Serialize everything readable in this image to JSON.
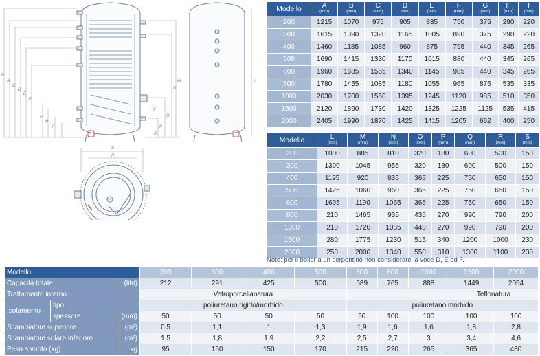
{
  "drawing": {
    "left_dims": [
      "A",
      "B",
      "C",
      "D",
      "E",
      "F",
      "G",
      "H",
      "I"
    ],
    "right_dims": [
      "L",
      "M",
      "N",
      "O",
      "P",
      "Q",
      "R"
    ],
    "bottom_dims": [
      "S",
      "R"
    ]
  },
  "table1": {
    "header": [
      {
        "label": "Modello",
        "unit": ""
      },
      {
        "label": "A",
        "unit": "(mm)"
      },
      {
        "label": "B",
        "unit": "(mm)"
      },
      {
        "label": "C",
        "unit": "(mm)"
      },
      {
        "label": "D",
        "unit": "(mm)"
      },
      {
        "label": "E",
        "unit": "(mm)"
      },
      {
        "label": "F",
        "unit": "(mm)"
      },
      {
        "label": "G",
        "unit": "(mm)"
      },
      {
        "label": "H",
        "unit": "(mm)"
      },
      {
        "label": "I",
        "unit": "(mm)"
      }
    ],
    "rows": [
      [
        "200",
        "1215",
        "1070",
        "975",
        "905",
        "835",
        "750",
        "375",
        "290",
        "220"
      ],
      [
        "300",
        "1615",
        "1390",
        "1320",
        "1165",
        "1005",
        "890",
        "375",
        "290",
        "220"
      ],
      [
        "400",
        "1460",
        "1185",
        "1085",
        "960",
        "875",
        "795",
        "440",
        "345",
        "265"
      ],
      [
        "500",
        "1690",
        "1415",
        "1330",
        "1170",
        "1015",
        "880",
        "440",
        "345",
        "265"
      ],
      [
        "600",
        "1960",
        "1685",
        "1565",
        "1340",
        "1145",
        "985",
        "440",
        "345",
        "265"
      ],
      [
        "800",
        "1780",
        "1455",
        "1085",
        "1180",
        "1055",
        "965",
        "875",
        "535",
        "335"
      ],
      [
        "1000",
        "2030",
        "1700",
        "1560",
        "1395",
        "1245",
        "1120",
        "985",
        "510",
        "350"
      ],
      [
        "1500",
        "2120",
        "1890",
        "1730",
        "1420",
        "1325",
        "1225",
        "1125",
        "535",
        "415"
      ],
      [
        "2000",
        "2405",
        "1990",
        "1870",
        "1425",
        "1415",
        "1205",
        "662",
        "400",
        "250"
      ]
    ]
  },
  "table2": {
    "header": [
      {
        "label": "Modello",
        "unit": ""
      },
      {
        "label": "L",
        "unit": "(mm)"
      },
      {
        "label": "M",
        "unit": "(mm)"
      },
      {
        "label": "N",
        "unit": "(mm)"
      },
      {
        "label": "O",
        "unit": "(mm)"
      },
      {
        "label": "P",
        "unit": "(mm)"
      },
      {
        "label": "Q",
        "unit": "(mm)"
      },
      {
        "label": "R",
        "unit": "(mm)"
      },
      {
        "label": "S",
        "unit": "(mm)"
      }
    ],
    "rows": [
      [
        "200",
        "1000",
        "885",
        "810",
        "320",
        "180",
        "600",
        "500",
        "150"
      ],
      [
        "300",
        "1390",
        "1045",
        "955",
        "320",
        "180",
        "600",
        "500",
        "150"
      ],
      [
        "400",
        "1195",
        "920",
        "835",
        "365",
        "225",
        "750",
        "650",
        "150"
      ],
      [
        "500",
        "1425",
        "1060",
        "960",
        "365",
        "225",
        "750",
        "650",
        "150"
      ],
      [
        "600",
        "1695",
        "1190",
        "1065",
        "365",
        "225",
        "750",
        "650",
        "150"
      ],
      [
        "800",
        "210",
        "1465",
        "935",
        "435",
        "270",
        "990",
        "790",
        "200"
      ],
      [
        "1000",
        "210",
        "1720",
        "1085",
        "440",
        "270",
        "990",
        "790",
        "200"
      ],
      [
        "1500",
        "280",
        "1775",
        "1230",
        "515",
        "340",
        "1200",
        "1000",
        "230"
      ],
      [
        "2000",
        "250",
        "2000",
        "1340",
        "550",
        "310",
        "1300",
        "1100",
        "230"
      ]
    ]
  },
  "note": "Note: per il boiler a un serpentino non considerare la voce D, E ed F.",
  "spec": {
    "modello_label": "Modello",
    "models": [
      "200",
      "300",
      "400",
      "500",
      "600",
      "800",
      "1000",
      "1500",
      "2000"
    ],
    "capacita": {
      "label": "Capacità totale",
      "unit": "(litri)",
      "values": [
        "212",
        "291",
        "425",
        "500",
        "589",
        "765",
        "888",
        "1449",
        "2054"
      ]
    },
    "trattamento": {
      "label": "Trattamento interno",
      "value_a": "Vetroporcellanatura",
      "value_b": "Teflonatura"
    },
    "isolamento": {
      "label": "Isolamento",
      "tipo_label": "tipo",
      "tipo_a": "poliuretano rigido/morbido",
      "tipo_b": "poliuretano morbido",
      "spessore_label": "spessore",
      "spessore_unit": "(mm)",
      "spessore_values": [
        "50",
        "50",
        "50",
        "50",
        "50",
        "100",
        "100",
        "100",
        "100"
      ]
    },
    "scamb_sup": {
      "label": "Scambiatore superiore",
      "unit": "(m²)",
      "values": [
        "0,5",
        "1,1",
        "1",
        "1,3",
        "1,9",
        "1,6",
        "1,6",
        "1,8",
        "2,8"
      ]
    },
    "scamb_inf": {
      "label": "Scambiatore solare inferiore",
      "unit": "(m²)",
      "values": [
        "1,5",
        "1,8",
        "1,9",
        "2,2",
        "2,5",
        "2,7",
        "3",
        "3,4",
        "4,6"
      ]
    },
    "peso": {
      "label": "Peso a vuoto (kg)",
      "unit": "kg",
      "values": [
        "95",
        "150",
        "150",
        "170",
        "215",
        "220",
        "265",
        "365",
        "480"
      ]
    }
  }
}
